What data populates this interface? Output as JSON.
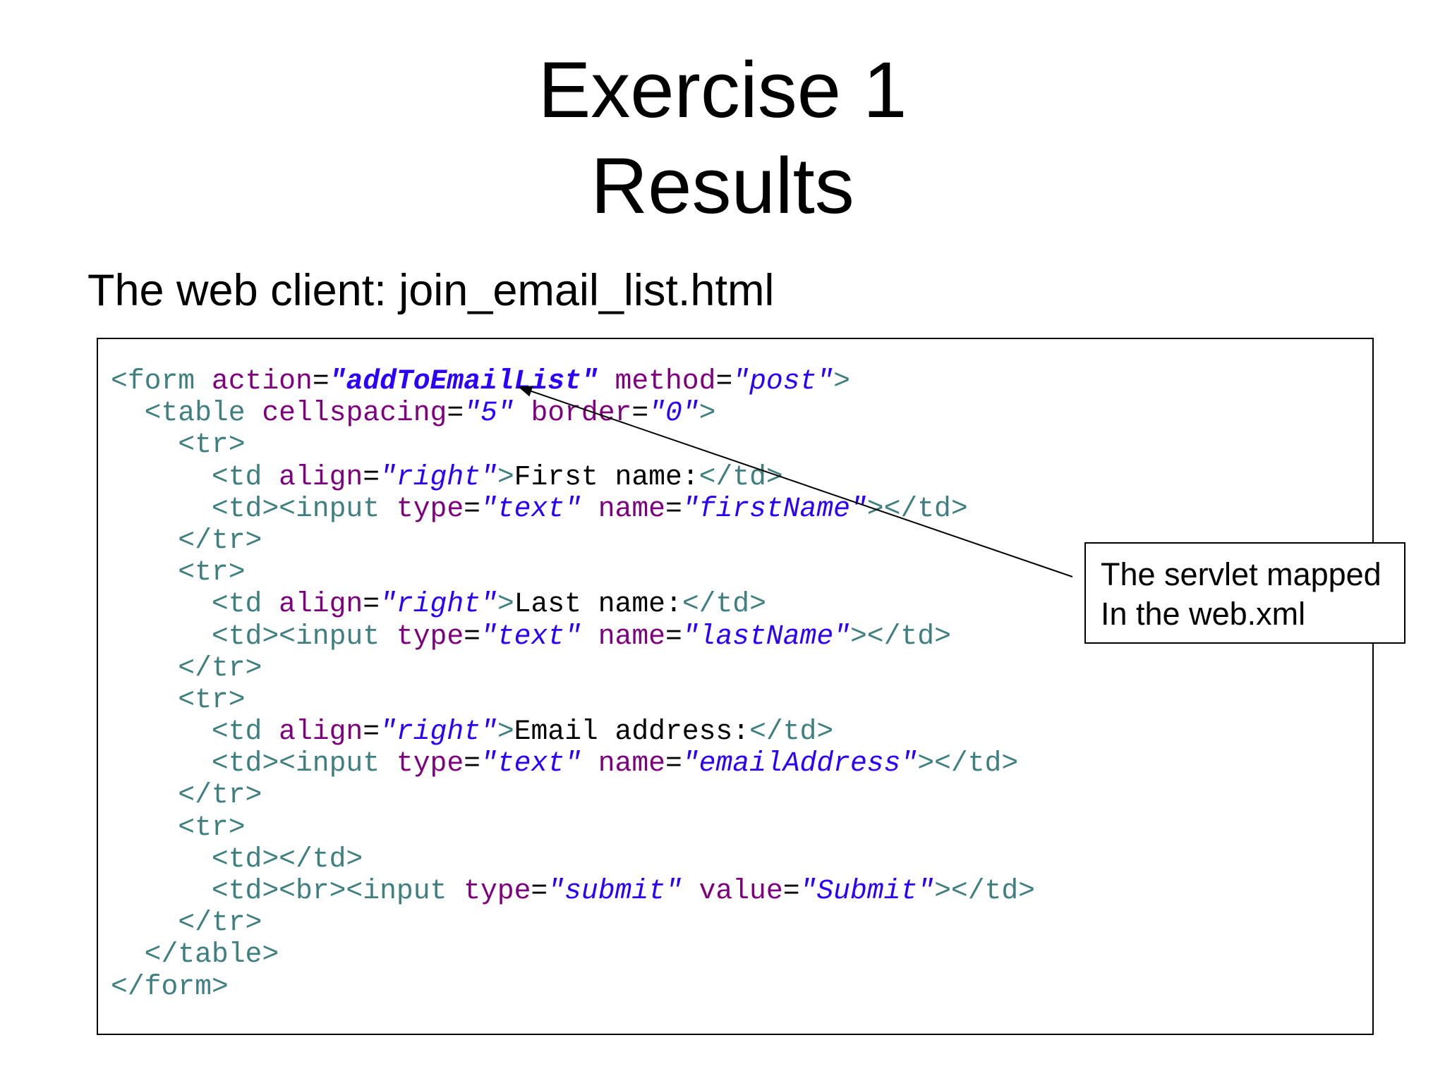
{
  "title": {
    "line1": "Exercise 1",
    "line2": "Results"
  },
  "subtitle": "The web client: join_email_list.html",
  "code_lines": [
    [
      {
        "t": "tag",
        "s": "<form "
      },
      {
        "t": "attr",
        "s": "action"
      },
      {
        "t": "eq",
        "s": "="
      },
      {
        "t": "val-strong",
        "s": "\"addToEmailList\""
      },
      {
        "t": "text",
        "s": " "
      },
      {
        "t": "attr",
        "s": "method"
      },
      {
        "t": "eq",
        "s": "="
      },
      {
        "t": "val",
        "s": "\"post\""
      },
      {
        "t": "tag",
        "s": ">"
      }
    ],
    [
      {
        "t": "text",
        "s": "  "
      },
      {
        "t": "tag",
        "s": "<table "
      },
      {
        "t": "attr",
        "s": "cellspacing"
      },
      {
        "t": "eq",
        "s": "="
      },
      {
        "t": "val",
        "s": "\"5\""
      },
      {
        "t": "text",
        "s": " "
      },
      {
        "t": "attr",
        "s": "border"
      },
      {
        "t": "eq",
        "s": "="
      },
      {
        "t": "val",
        "s": "\"0\""
      },
      {
        "t": "tag",
        "s": ">"
      }
    ],
    [
      {
        "t": "text",
        "s": "    "
      },
      {
        "t": "tag",
        "s": "<tr>"
      }
    ],
    [
      {
        "t": "text",
        "s": "      "
      },
      {
        "t": "tag",
        "s": "<td "
      },
      {
        "t": "attr",
        "s": "align"
      },
      {
        "t": "eq",
        "s": "="
      },
      {
        "t": "val",
        "s": "\"right\""
      },
      {
        "t": "tag",
        "s": ">"
      },
      {
        "t": "text",
        "s": "First name:"
      },
      {
        "t": "tag",
        "s": "</td>"
      }
    ],
    [
      {
        "t": "text",
        "s": "      "
      },
      {
        "t": "tag",
        "s": "<td><input "
      },
      {
        "t": "attr",
        "s": "type"
      },
      {
        "t": "eq",
        "s": "="
      },
      {
        "t": "val",
        "s": "\"text\""
      },
      {
        "t": "text",
        "s": " "
      },
      {
        "t": "attr",
        "s": "name"
      },
      {
        "t": "eq",
        "s": "="
      },
      {
        "t": "val",
        "s": "\"firstName\""
      },
      {
        "t": "tag",
        "s": "></td>"
      }
    ],
    [
      {
        "t": "text",
        "s": "    "
      },
      {
        "t": "tag",
        "s": "</tr>"
      }
    ],
    [
      {
        "t": "text",
        "s": "    "
      },
      {
        "t": "tag",
        "s": "<tr>"
      }
    ],
    [
      {
        "t": "text",
        "s": "      "
      },
      {
        "t": "tag",
        "s": "<td "
      },
      {
        "t": "attr",
        "s": "align"
      },
      {
        "t": "eq",
        "s": "="
      },
      {
        "t": "val",
        "s": "\"right\""
      },
      {
        "t": "tag",
        "s": ">"
      },
      {
        "t": "text",
        "s": "Last name:"
      },
      {
        "t": "tag",
        "s": "</td>"
      }
    ],
    [
      {
        "t": "text",
        "s": "      "
      },
      {
        "t": "tag",
        "s": "<td><input "
      },
      {
        "t": "attr",
        "s": "type"
      },
      {
        "t": "eq",
        "s": "="
      },
      {
        "t": "val",
        "s": "\"text\""
      },
      {
        "t": "text",
        "s": " "
      },
      {
        "t": "attr",
        "s": "name"
      },
      {
        "t": "eq",
        "s": "="
      },
      {
        "t": "val",
        "s": "\"lastName\""
      },
      {
        "t": "tag",
        "s": "></td>"
      }
    ],
    [
      {
        "t": "text",
        "s": "    "
      },
      {
        "t": "tag",
        "s": "</tr>"
      }
    ],
    [
      {
        "t": "text",
        "s": "    "
      },
      {
        "t": "tag",
        "s": "<tr>"
      }
    ],
    [
      {
        "t": "text",
        "s": "      "
      },
      {
        "t": "tag",
        "s": "<td "
      },
      {
        "t": "attr",
        "s": "align"
      },
      {
        "t": "eq",
        "s": "="
      },
      {
        "t": "val",
        "s": "\"right\""
      },
      {
        "t": "tag",
        "s": ">"
      },
      {
        "t": "text",
        "s": "Email address:"
      },
      {
        "t": "tag",
        "s": "</td>"
      }
    ],
    [
      {
        "t": "text",
        "s": "      "
      },
      {
        "t": "tag",
        "s": "<td><input "
      },
      {
        "t": "attr",
        "s": "type"
      },
      {
        "t": "eq",
        "s": "="
      },
      {
        "t": "val",
        "s": "\"text\""
      },
      {
        "t": "text",
        "s": " "
      },
      {
        "t": "attr",
        "s": "name"
      },
      {
        "t": "eq",
        "s": "="
      },
      {
        "t": "val",
        "s": "\"emailAddress\""
      },
      {
        "t": "tag",
        "s": "></td>"
      }
    ],
    [
      {
        "t": "text",
        "s": "    "
      },
      {
        "t": "tag",
        "s": "</tr>"
      }
    ],
    [
      {
        "t": "text",
        "s": "    "
      },
      {
        "t": "tag",
        "s": "<tr>"
      }
    ],
    [
      {
        "t": "text",
        "s": "      "
      },
      {
        "t": "tag",
        "s": "<td></td>"
      }
    ],
    [
      {
        "t": "text",
        "s": "      "
      },
      {
        "t": "tag",
        "s": "<td><br><input "
      },
      {
        "t": "attr",
        "s": "type"
      },
      {
        "t": "eq",
        "s": "="
      },
      {
        "t": "val",
        "s": "\"submit\""
      },
      {
        "t": "text",
        "s": " "
      },
      {
        "t": "attr",
        "s": "value"
      },
      {
        "t": "eq",
        "s": "="
      },
      {
        "t": "val",
        "s": "\"Submit\""
      },
      {
        "t": "tag",
        "s": "></td>"
      }
    ],
    [
      {
        "t": "text",
        "s": "    "
      },
      {
        "t": "tag",
        "s": "</tr>"
      }
    ],
    [
      {
        "t": "text",
        "s": "  "
      },
      {
        "t": "tag",
        "s": "</table>"
      }
    ],
    [
      {
        "t": "tag",
        "s": "</form>"
      }
    ]
  ],
  "callout": {
    "line1": "The servlet mapped",
    "line2": "In the web.xml"
  },
  "colors": {
    "tag": "#3f7f7f",
    "attribute": "#7f007f",
    "value": "#2a00ff",
    "text": "#000000"
  }
}
